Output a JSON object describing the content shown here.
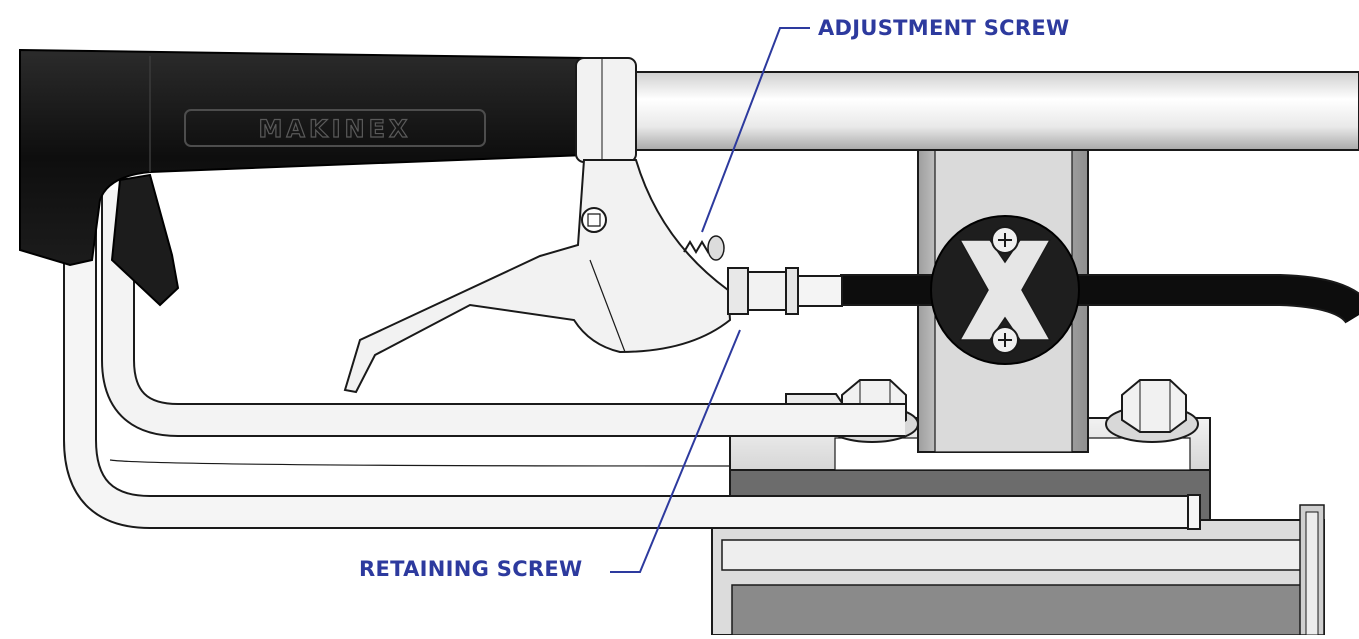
{
  "labels": {
    "adjustment_screw": "ADJUSTMENT SCREW",
    "retaining_screw": "RETAINING SCREW"
  },
  "brand": {
    "logo_text": "MAKINEX"
  },
  "colors": {
    "callout": "#2d3a9e",
    "outline": "#1a1a1a",
    "handle_grip": "#151515",
    "metal_light": "#f4f4f4",
    "metal_mid": "#d9d9d9",
    "metal_dark": "#9a9a9a",
    "cable": "#111111"
  }
}
